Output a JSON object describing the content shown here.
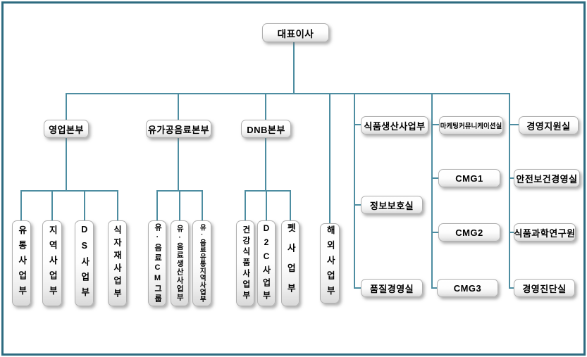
{
  "colors": {
    "line": "#4d8da1",
    "frame_border": "#2d6b80",
    "box_border": "#b0b0b0",
    "text": "#000000"
  },
  "org": {
    "root": "대표이사",
    "divisions": [
      {
        "name": "영업본부",
        "children": [
          "유통사업부",
          "지역사업부",
          "DS사업부",
          "식자재사업부"
        ]
      },
      {
        "name": "유가공음료본부",
        "children": [
          "유·음료CM그룹",
          "유·음료생산사업부",
          "유·음료유통지역사업부"
        ]
      },
      {
        "name": "DNB본부",
        "children": [
          "건강식품사업부",
          "D2C사업부",
          "펫사업부"
        ]
      }
    ],
    "overseas": "해외사업부",
    "staff_columns": [
      [
        "식품생산사업부",
        "정보보호실",
        "품질경영실"
      ],
      [
        "마케팅커뮤니케이션실",
        "CMG1",
        "CMG2",
        "CMG3"
      ],
      [
        "경영지원실",
        "안전보건경영실",
        "식품과학연구원",
        "경영진단실"
      ]
    ]
  }
}
